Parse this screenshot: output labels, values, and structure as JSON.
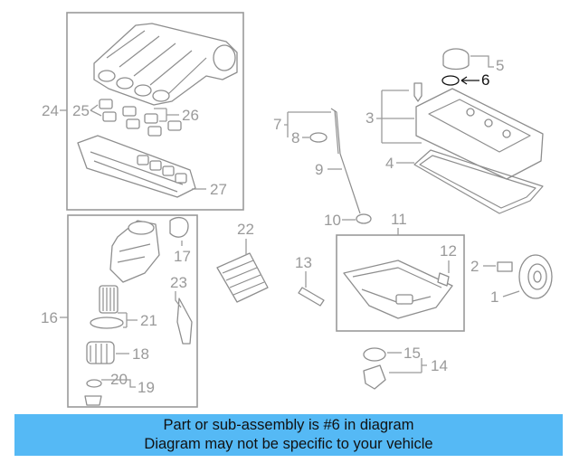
{
  "callouts": {
    "c1": "1",
    "c2": "2",
    "c3": "3",
    "c4": "4",
    "c5": "5",
    "c6": "6",
    "c7": "7",
    "c8": "8",
    "c9": "9",
    "c10": "10",
    "c11": "11",
    "c12": "12",
    "c13": "13",
    "c14": "14",
    "c15": "15",
    "c16": "16",
    "c17": "17",
    "c18": "18",
    "c19": "19",
    "c20": "20",
    "c21": "21",
    "c22": "22",
    "c23": "23",
    "c24": "24",
    "c25": "25",
    "c26": "26",
    "c27": "27"
  },
  "highlighted_part": "6",
  "colors": {
    "banner": "#55b9f5",
    "line_art": "#9a9a9a",
    "highlight": "#111111"
  },
  "banner": {
    "line1": "Part or sub-assembly is #6 in diagram",
    "line2": "Diagram may not be specific to your vehicle"
  }
}
